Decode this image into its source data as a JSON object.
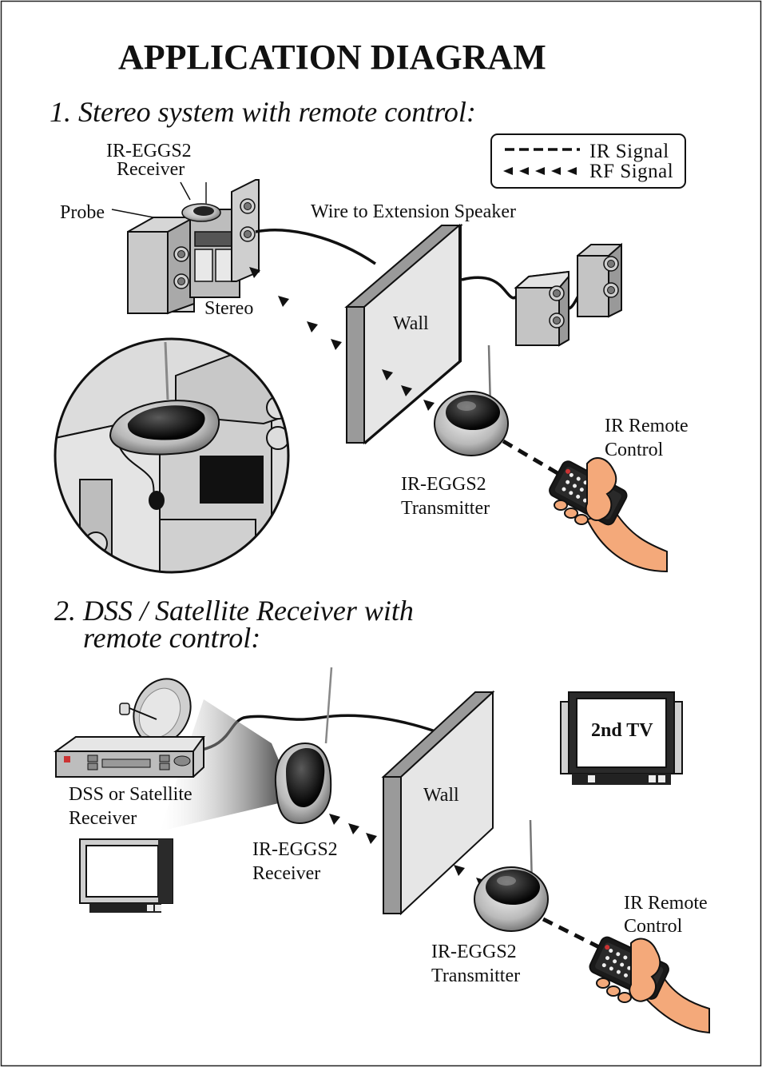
{
  "title": "APPLICATION DIAGRAM",
  "legend": {
    "ir_signal": "IR Signal",
    "rf_signal": "RF Signal"
  },
  "section1": {
    "heading": "1. Stereo system with remote control:",
    "receiver_label_line1": "IR-EGGS2",
    "receiver_label_line2": "Receiver",
    "probe_label": "Probe",
    "wire_label": "Wire to Extension Speaker",
    "stereo_label": "Stereo",
    "wall_label": "Wall",
    "remote_label_line1": "IR Remote",
    "remote_label_line2": "Control",
    "transmitter_label_line1": "IR-EGGS2",
    "transmitter_label_line2": "Transmitter"
  },
  "section2": {
    "heading_line1": "2. DSS / Satellite Receiver with",
    "heading_line2": "remote control:",
    "tv2_label": "2nd TV",
    "dss_label_line1": "DSS or Satellite",
    "dss_label_line2": "Receiver",
    "wall_label": "Wall",
    "receiver_label_line1": "IR-EGGS2",
    "receiver_label_line2": "Receiver",
    "remote_label_line1": "IR Remote",
    "remote_label_line2": "Control",
    "transmitter_label_line1": "IR-EGGS2",
    "transmitter_label_line2": "Transmitter"
  },
  "colors": {
    "skin": "#f4a97a",
    "wall_face": "#e6e6e6",
    "wall_side": "#8a8a8a",
    "device_dark": "#111111",
    "device_light": "#d8d8d8"
  }
}
